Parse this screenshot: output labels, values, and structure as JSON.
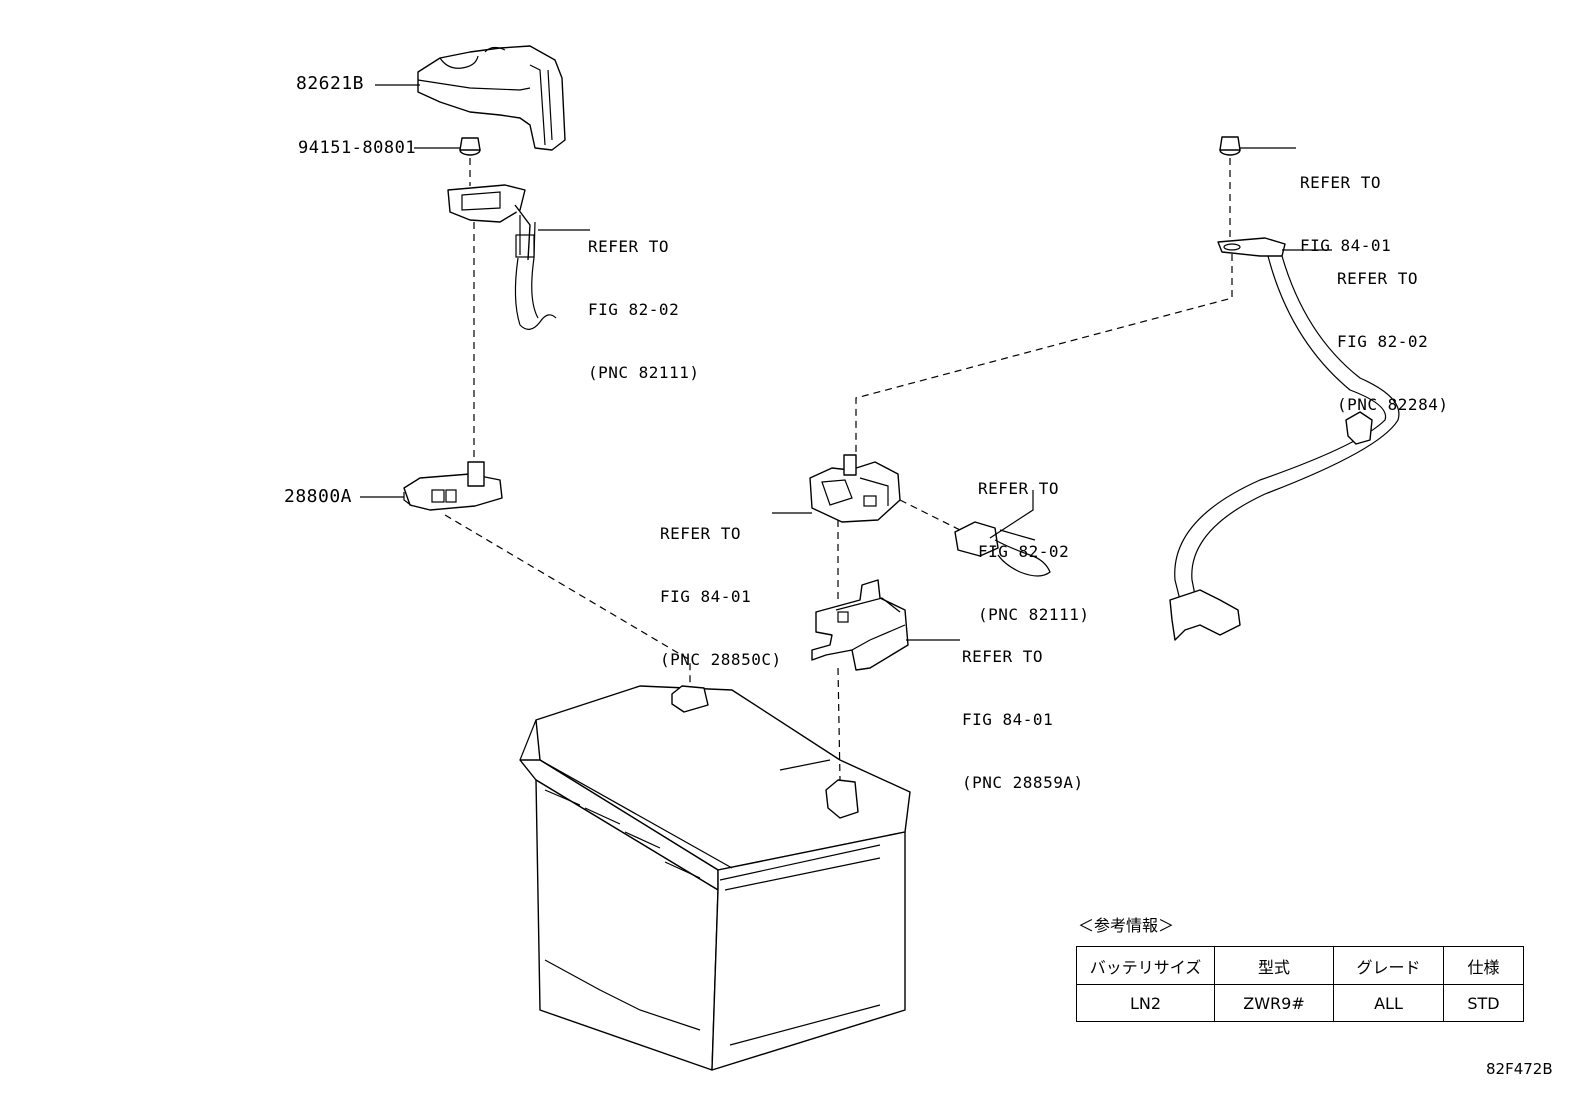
{
  "part_labels": {
    "terminal_cover": "82621B",
    "nut": "94151-80801",
    "clamp": "28800A"
  },
  "references": {
    "cable_positive": [
      "REFER TO",
      "FIG 82-02",
      "(PNC 82111)"
    ],
    "nut_top_right": [
      "REFER TO",
      "FIG 84-01"
    ],
    "cable_negative": [
      "REFER TO",
      "FIG 82-02",
      "(PNC 82284)"
    ],
    "sensor": [
      "REFER TO",
      "FIG 84-01",
      "(PNC 28850C)"
    ],
    "connector": [
      "REFER TO",
      "FIG 82-02",
      "(PNC 82111)"
    ],
    "bracket": [
      "REFER TO",
      "FIG 84-01",
      "(PNC 28859A)"
    ]
  },
  "info": {
    "title": "＜参考情報＞",
    "headers": [
      "バッテリサイズ",
      "型式",
      "グレード",
      "仕様"
    ],
    "row": [
      "LN2",
      "ZWR9#",
      "ALL",
      "STD"
    ]
  },
  "drawing_code": "82F472B"
}
